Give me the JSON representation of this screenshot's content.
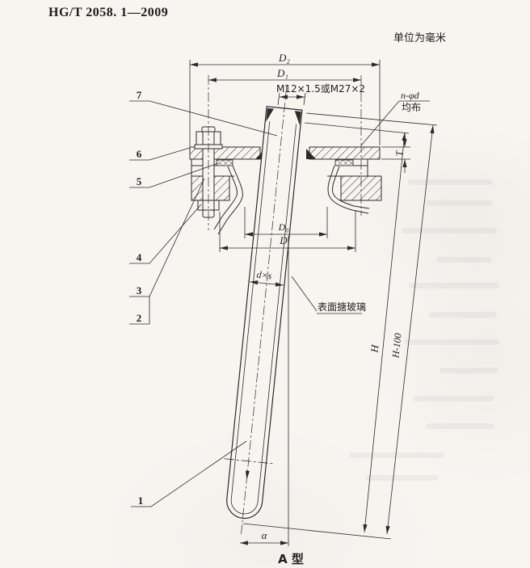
{
  "page": {
    "standard_code": "HG/T 2058. 1—2009",
    "unit_note": "单位为毫米",
    "caption": "A 型"
  },
  "colors": {
    "paper": "#f7f5f0",
    "line": "#2b2b2b"
  },
  "dims": {
    "d2": "D₂",
    "d1": "D₁",
    "thread_spec": "M12×1.5或M27×2",
    "bolt_holes": "n-φd",
    "evenly_distributed": "均布",
    "d0": "D₀",
    "d_flange": "D",
    "tube_section": "d×s",
    "glass_note": "表面搪玻璃",
    "h": "H",
    "h_minus_100": "H-100",
    "t": "T",
    "alpha": "α"
  },
  "parts": {
    "p1": "1",
    "p2": "2",
    "p3": "3",
    "p4": "4",
    "p5": "5",
    "p6": "6",
    "p7": "7"
  }
}
